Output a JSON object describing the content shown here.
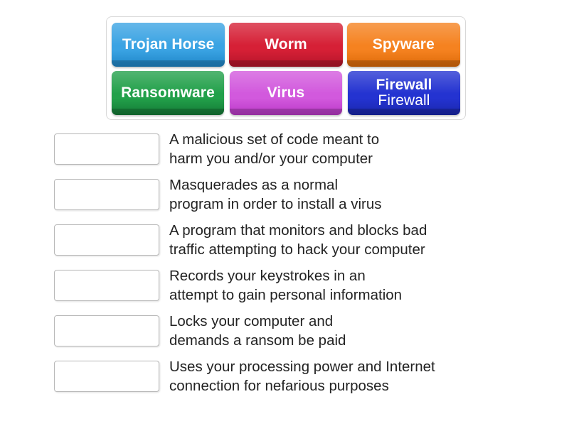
{
  "activity": {
    "type": "match-up",
    "background_color": "#ffffff",
    "text_color": "#232323"
  },
  "tile_tray": {
    "border_color": "#d8d8d8",
    "rows": [
      [
        {
          "label": "Trojan Horse",
          "color": "#3aa3e3",
          "color_dark": "#1f86c8",
          "second_label": ""
        },
        {
          "label": "Worm",
          "color": "#d62036",
          "color_dark": "#b5142a",
          "second_label": ""
        },
        {
          "label": "Spyware",
          "color": "#f58220",
          "color_dark": "#dd6a08",
          "second_label": ""
        }
      ],
      [
        {
          "label": "Ransomware",
          "color": "#22a04a",
          "color_dark": "#147a36",
          "second_label": ""
        },
        {
          "label": "Virus",
          "color": "#d259dd",
          "color_dark": "#bb39c8",
          "second_label": ""
        },
        {
          "label": "Firewall",
          "color": "#2433d1",
          "color_dark": "#1a27ad",
          "second_label": "Firewall"
        }
      ]
    ]
  },
  "questions": [
    {
      "slot_value": "",
      "definition": "A malicious set of code meant to\nharm you and/or your computer"
    },
    {
      "slot_value": "",
      "definition": "Masquerades as a normal\nprogram in order to install a virus"
    },
    {
      "slot_value": "",
      "definition": "A program that monitors and blocks bad\ntraffic attempting to hack your computer"
    },
    {
      "slot_value": "",
      "definition": "Records your keystrokes in an\nattempt to gain personal information"
    },
    {
      "slot_value": "",
      "definition": "Locks your computer and\ndemands a ransom be paid"
    },
    {
      "slot_value": "",
      "definition": "Uses your processing power and Internet\nconnection for nefarious purposes"
    }
  ]
}
